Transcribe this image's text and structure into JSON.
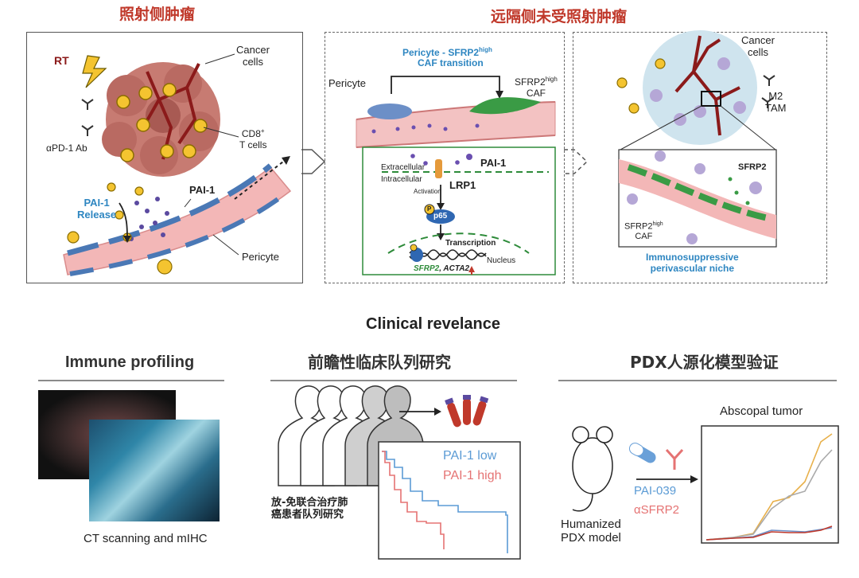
{
  "top": {
    "left_title": "照射侧肿瘤",
    "right_title": "远隔侧未受照射肿瘤"
  },
  "panel_a": {
    "rt": "RT",
    "cancer_cells": [
      "Cancer",
      "cells"
    ],
    "cd8": [
      "CD8",
      "+",
      "T cells"
    ],
    "apd1": "αPD-1 Ab",
    "pai1_release": [
      "PAI-1",
      "Release"
    ],
    "pai1": "PAI-1",
    "pericyte": "Pericyte"
  },
  "panel_b": {
    "title_1": "Pericyte - SFRP2",
    "title_sup": "high",
    "title_2": "CAF transition",
    "pericyte": "Pericyte",
    "caf_1": "SFRP2",
    "caf_sup": "high",
    "caf_2": "CAF",
    "pai1": "PAI-1",
    "extracellular": "Extracellular",
    "intracellular": "Intracellular",
    "activation": "Activation",
    "lrp1": "LRP1",
    "p65": "p65",
    "p": "P",
    "transcription": "Transcription",
    "nucleus": "Nucleus",
    "genes_green": "SFRP2",
    "genes_black": ", ACTA2"
  },
  "panel_c": {
    "cancer_cells": [
      "Cancer",
      "cells"
    ],
    "m2": [
      "M2",
      "TAM"
    ],
    "sfrp2": "SFRP2",
    "caf_1": "SFRP2",
    "caf_sup": "high",
    "caf_2": "CAF",
    "niche": [
      "Immunosuppressive",
      "perivascular niche"
    ]
  },
  "clinical": {
    "title": "Clinical revelance",
    "immune_title": "Immune profiling",
    "immune_caption": "CT scanning and mIHC",
    "cohort_title": "前瞻性临床队列研究",
    "cohort_caption": [
      "放-免联合治疗肺",
      "癌患者队列研究"
    ],
    "km_low": "PAI-1 low",
    "km_high": "PAI-1 high",
    "pdx_title": "PDX人源化模型验证",
    "pdx_model": [
      "Humanized",
      "PDX model"
    ],
    "drug1": "PAI-039",
    "drug2": "αSFRP2",
    "abscopal": "Abscopal tumor"
  },
  "colors": {
    "red_title": "#c0392b",
    "blue": "#2e86c1",
    "km_low": "#5b9bd5",
    "km_high": "#e57373",
    "green": "#2e8b3a"
  }
}
